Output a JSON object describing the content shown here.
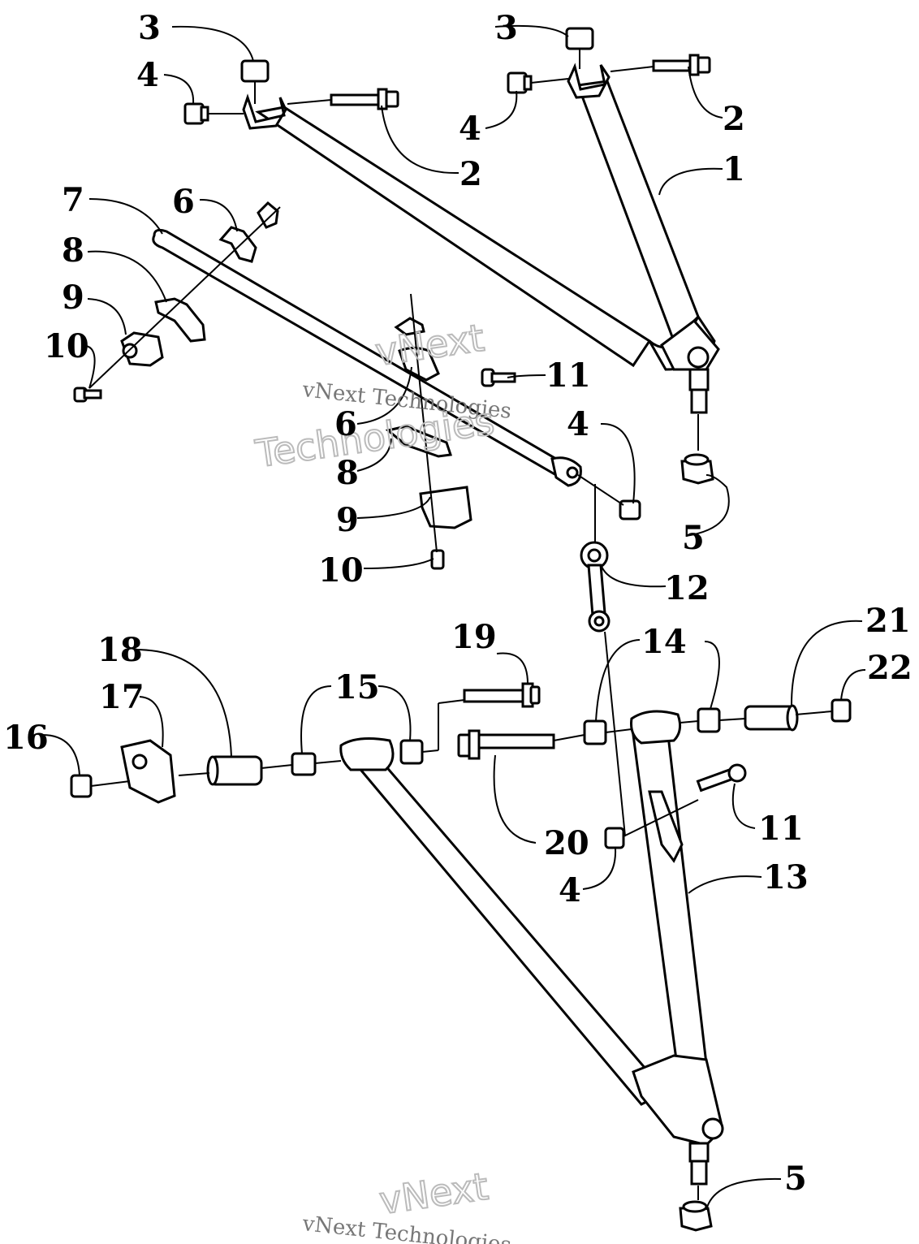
{
  "diagram": {
    "watermark_text": "vNext Technologies",
    "watermark_outline_line1": "vNext",
    "watermark_outline_line2": "Technologies",
    "callouts": [
      "1",
      "2",
      "2",
      "3",
      "3",
      "4",
      "4",
      "4",
      "4",
      "5",
      "5",
      "6",
      "6",
      "7",
      "8",
      "8",
      "9",
      "9",
      "10",
      "10",
      "11",
      "11",
      "12",
      "13",
      "14",
      "15",
      "16",
      "17",
      "18",
      "19",
      "20",
      "21",
      "22"
    ]
  }
}
